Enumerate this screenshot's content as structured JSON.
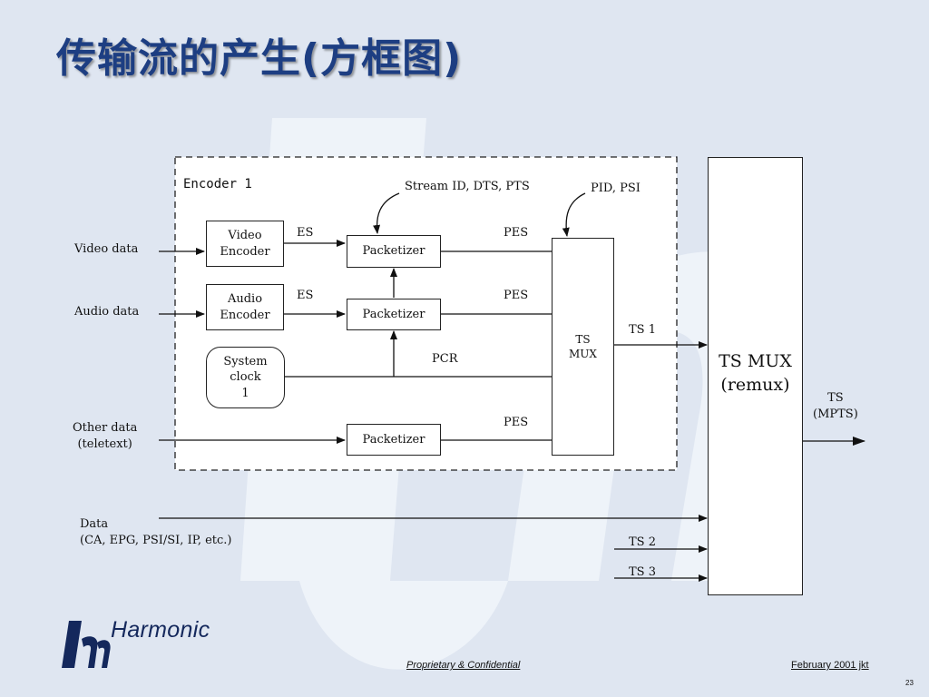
{
  "slide": {
    "title": "传输流的产生(方框图)",
    "footer_center": "Proprietary & Confidential",
    "footer_right": "February 2001 jkt",
    "page_number": "23",
    "logo_text": "Harmonic"
  },
  "colors": {
    "background": "#dfe6f1",
    "title": "#1d3e82",
    "watermark": "#eef3f9",
    "logo": "#14285c"
  },
  "diagram": {
    "encoder_label": "Encoder 1",
    "inputs": {
      "video": "Video data",
      "audio": "Audio data",
      "other": "Other data\n(teletext)",
      "data": "Data\n(CA, EPG, PSI/SI, IP, etc.)"
    },
    "blocks": {
      "video_encoder": "Video\nEncoder",
      "audio_encoder": "Audio\nEncoder",
      "system_clock": "System\nclock\n1",
      "packetizer_video": "Packetizer",
      "packetizer_audio": "Packetizer",
      "packetizer_other": "Packetizer",
      "ts_mux": "TS\nMUX",
      "ts_mux_remux": "TS MUX\n(remux)"
    },
    "signals": {
      "es_video": "ES",
      "es_audio": "ES",
      "pes_video": "PES",
      "pes_audio": "PES",
      "pes_other": "PES",
      "pcr": "PCR",
      "stream_id": "Stream ID, DTS, PTS",
      "pid_psi": "PID, PSI",
      "ts1": "TS 1",
      "ts2": "TS 2",
      "ts3": "TS 3",
      "ts_out": "TS\n(MPTS)"
    }
  }
}
